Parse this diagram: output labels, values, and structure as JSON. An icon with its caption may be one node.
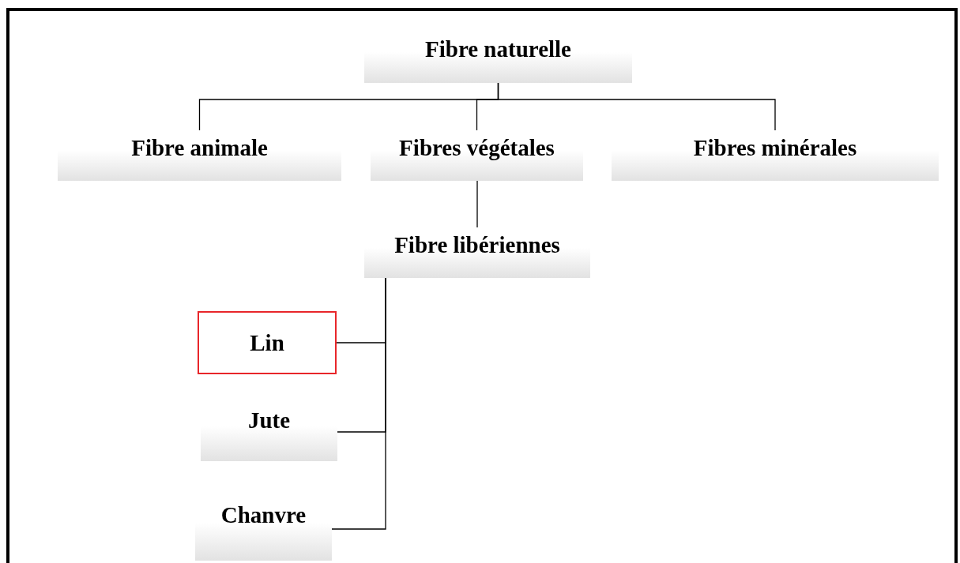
{
  "diagram": {
    "nodes": [
      {
        "text": [
          "Fibre naturelle"
        ]
      },
      {
        "text": [
          "Fibre animale"
        ]
      },
      {
        "text": [
          "Fibres végétales"
        ]
      },
      {
        "text": [
          "Fibres minérales"
        ]
      },
      {
        "text": [
          "Fibre libériennes"
        ]
      },
      {
        "text": [
          "Lin"
        ]
      },
      {
        "text": [
          "Jute"
        ]
      },
      {
        "text": [
          "Chanvre"
        ]
      }
    ],
    "edges": [
      {
        "from": 0,
        "to": 1,
        "arrow": "none"
      },
      {
        "from": 0,
        "to": 2,
        "arrow": "none"
      },
      {
        "from": 0,
        "to": 3,
        "arrow": "none"
      },
      {
        "from": 2,
        "to": 4,
        "arrow": "none"
      },
      {
        "from": 4,
        "to": 5,
        "arrow": "none"
      },
      {
        "from": 4,
        "to": 6,
        "arrow": "none"
      },
      {
        "from": 4,
        "to": 7,
        "arrow": "none"
      }
    ]
  }
}
